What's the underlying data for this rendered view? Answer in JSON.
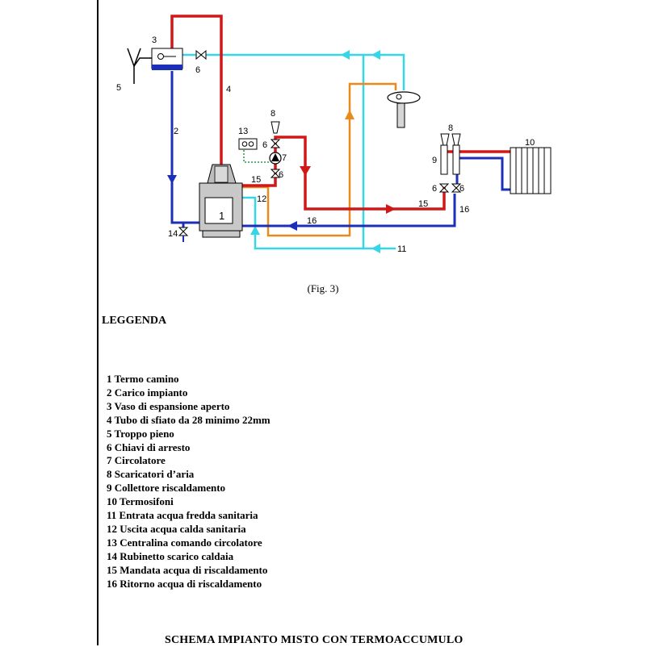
{
  "diagram": {
    "labels": {
      "n1": "1",
      "n2": "2",
      "n3": "3",
      "n4": "4",
      "n5": "5",
      "n6a": "6",
      "n6b": "6",
      "n6c": "6",
      "n6d": "6",
      "n6e": "6",
      "n7": "7",
      "n8a": "8",
      "n8b": "8",
      "n9": "9",
      "n10": "10",
      "n11": "11",
      "n12": "12",
      "n13": "13",
      "n14": "14",
      "n15a": "15",
      "n15b": "15",
      "n16a": "16",
      "n16b": "16"
    },
    "colors": {
      "hot": "#d01818",
      "return": "#1c2fb8",
      "cold": "#35d6e6",
      "sanitary_hot": "#e88a1c",
      "control": "#2a9a4a"
    },
    "icons": [
      "boiler-icon",
      "expansion-tank-icon",
      "pump-icon",
      "valve-icon",
      "air-vent-icon",
      "radiator-icon",
      "controller-icon",
      "overflow-funnel-icon",
      "water-heater-icon"
    ]
  },
  "caption": "(Fig. 3)",
  "legend": {
    "title": "LEGGENDA",
    "items": [
      "1 Termo camino",
      "2 Carico impianto",
      "3 Vaso di espansione aperto",
      "4 Tubo di sfiato da 28 minimo 22mm",
      "5 Troppo pieno",
      "6 Chiavi di arresto",
      "7 Circolatore",
      "8 Scaricatori d’aria",
      "9 Collettore riscaldamento",
      "10 Termosifoni",
      "11 Entrata acqua fredda sanitaria",
      "12 Uscita acqua calda sanitaria",
      "13 Centralina comando circolatore",
      "14 Rubinetto scarico caldaia",
      "15 Mandata acqua di riscaldamento",
      "16 Ritorno acqua di riscaldamento"
    ]
  },
  "schema_title": "SCHEMA IMPIANTO MISTO CON TERMOACCUMULO"
}
